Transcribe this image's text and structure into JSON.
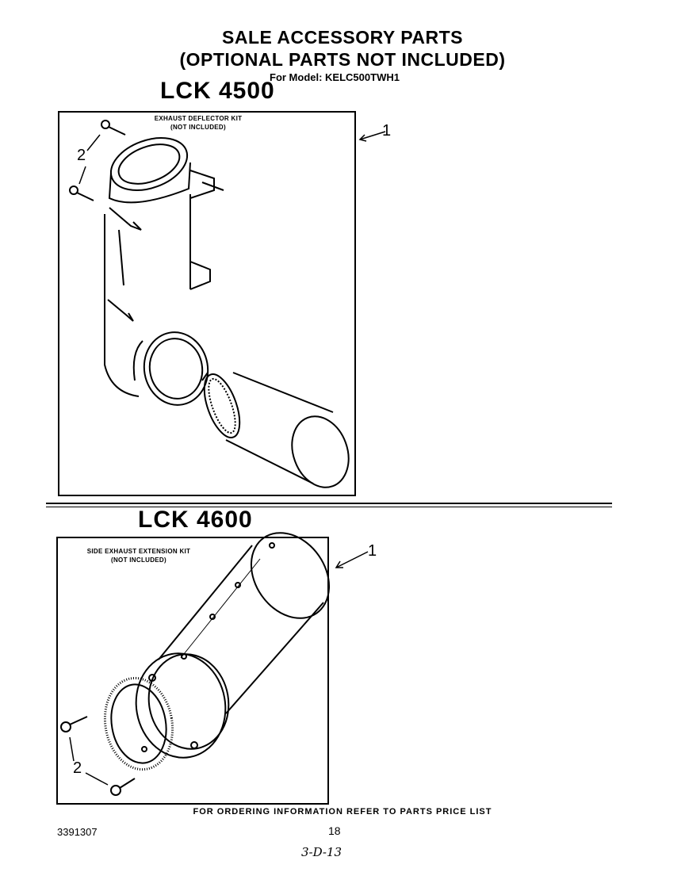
{
  "header": {
    "title_line1": "SALE ACCESSORY PARTS",
    "title_line2": "(OPTIONAL PARTS NOT INCLUDED)",
    "model_line": "For Model: KELC500TWH1"
  },
  "section1": {
    "name": "LCK 4500",
    "kit_line1": "EXHAUST DEFLECTOR KIT",
    "kit_line2": "(NOT INCLUDED)",
    "callout_kit": "1",
    "callout_screws": "2"
  },
  "section2": {
    "name": "LCK 4600",
    "kit_line1": "SIDE EXHAUST EXTENSION KIT",
    "kit_line2": "(NOT INCLUDED)",
    "callout_kit": "1",
    "callout_screws": "2"
  },
  "footer": {
    "ordering_note": "FOR ORDERING INFORMATION REFER TO PARTS PRICE LIST",
    "doc_number": "3391307",
    "page_number": "18",
    "date_code": "3-D-13"
  }
}
